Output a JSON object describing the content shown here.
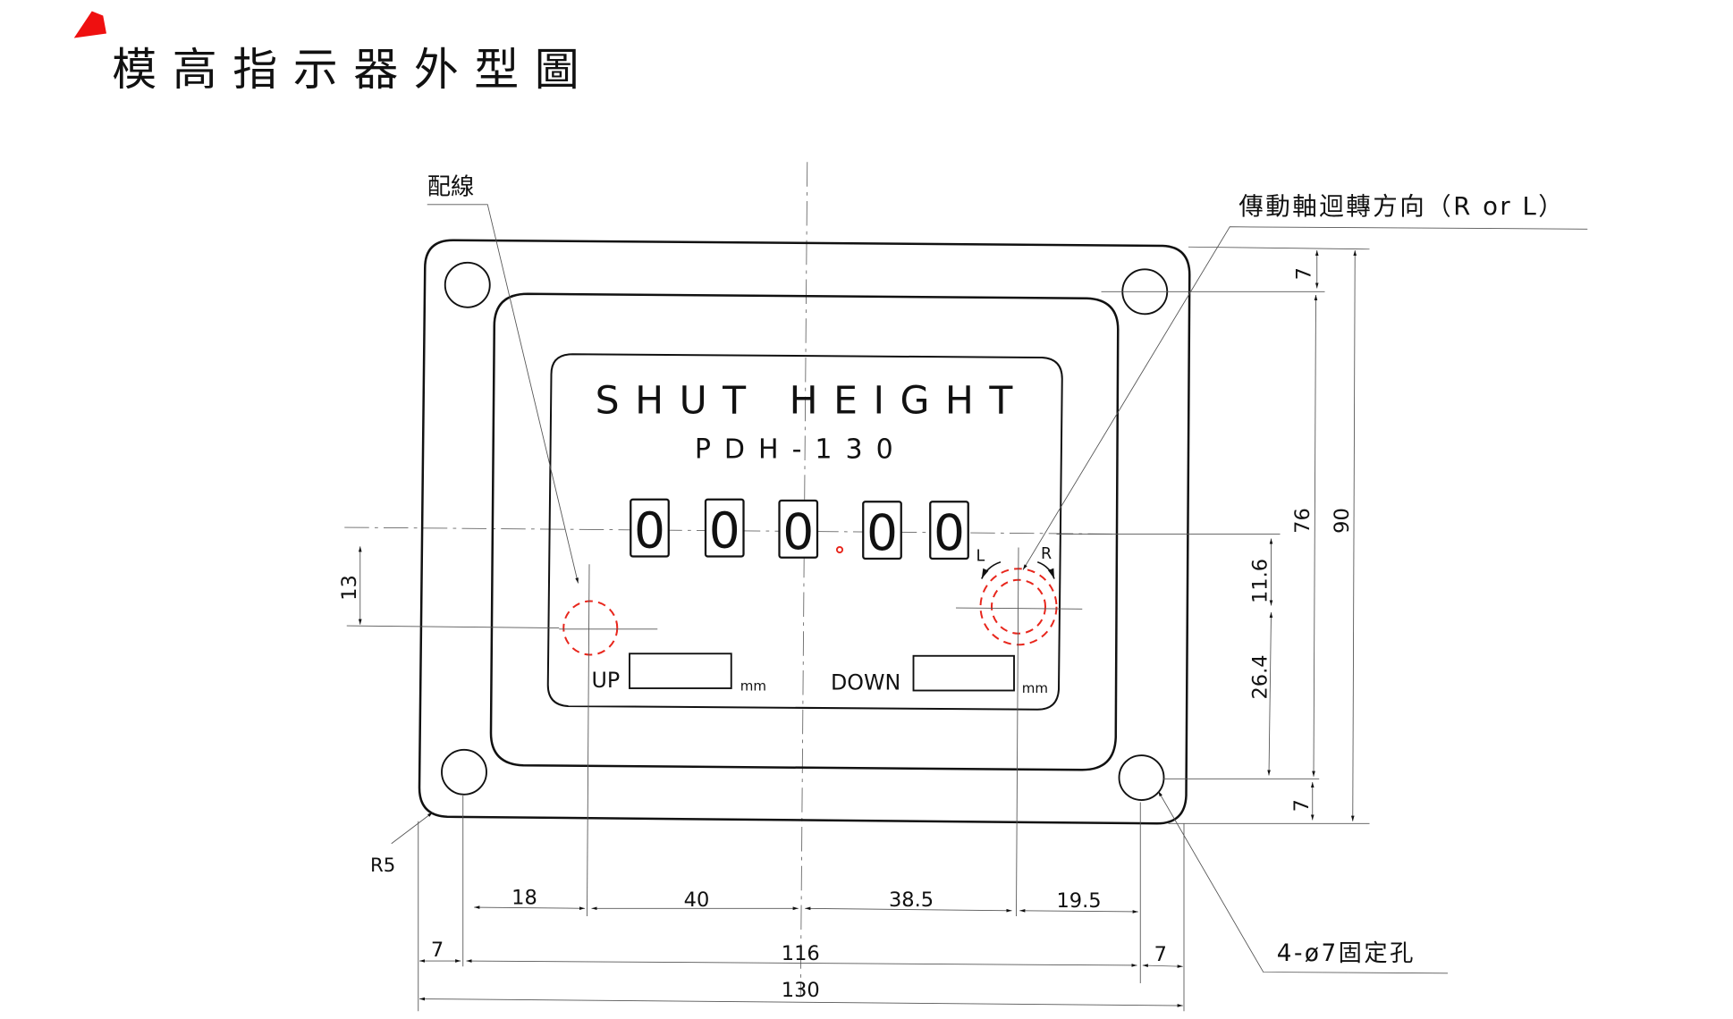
{
  "title": "模高指示器外型圖",
  "callouts": {
    "wiring": "配線",
    "rotation": "傳動軸迴轉方向（R or L）",
    "holes": "4-ø7固定孔",
    "radius": "R5"
  },
  "panel": {
    "heading": "SHUT HEIGHT",
    "model": "PDH-130",
    "digits": [
      "0",
      "0",
      "0",
      "0",
      "0"
    ],
    "left_label": "L",
    "right_label": "R",
    "up_label": "UP",
    "down_label": "DOWN",
    "unit": "mm"
  },
  "dimensions": {
    "horizontal": {
      "d18": "18",
      "d40": "40",
      "d38_5": "38.5",
      "d19_5": "19.5",
      "left7": "7",
      "d116": "116",
      "right7": "7",
      "d130": "130"
    },
    "vertical": {
      "top7": "7",
      "d76": "76",
      "d90": "90",
      "d11_6": "11.6",
      "d26_4": "26.4",
      "bottom7": "7",
      "d13": "13"
    }
  },
  "colors": {
    "accent": "#e8261c",
    "line": "#111111"
  }
}
